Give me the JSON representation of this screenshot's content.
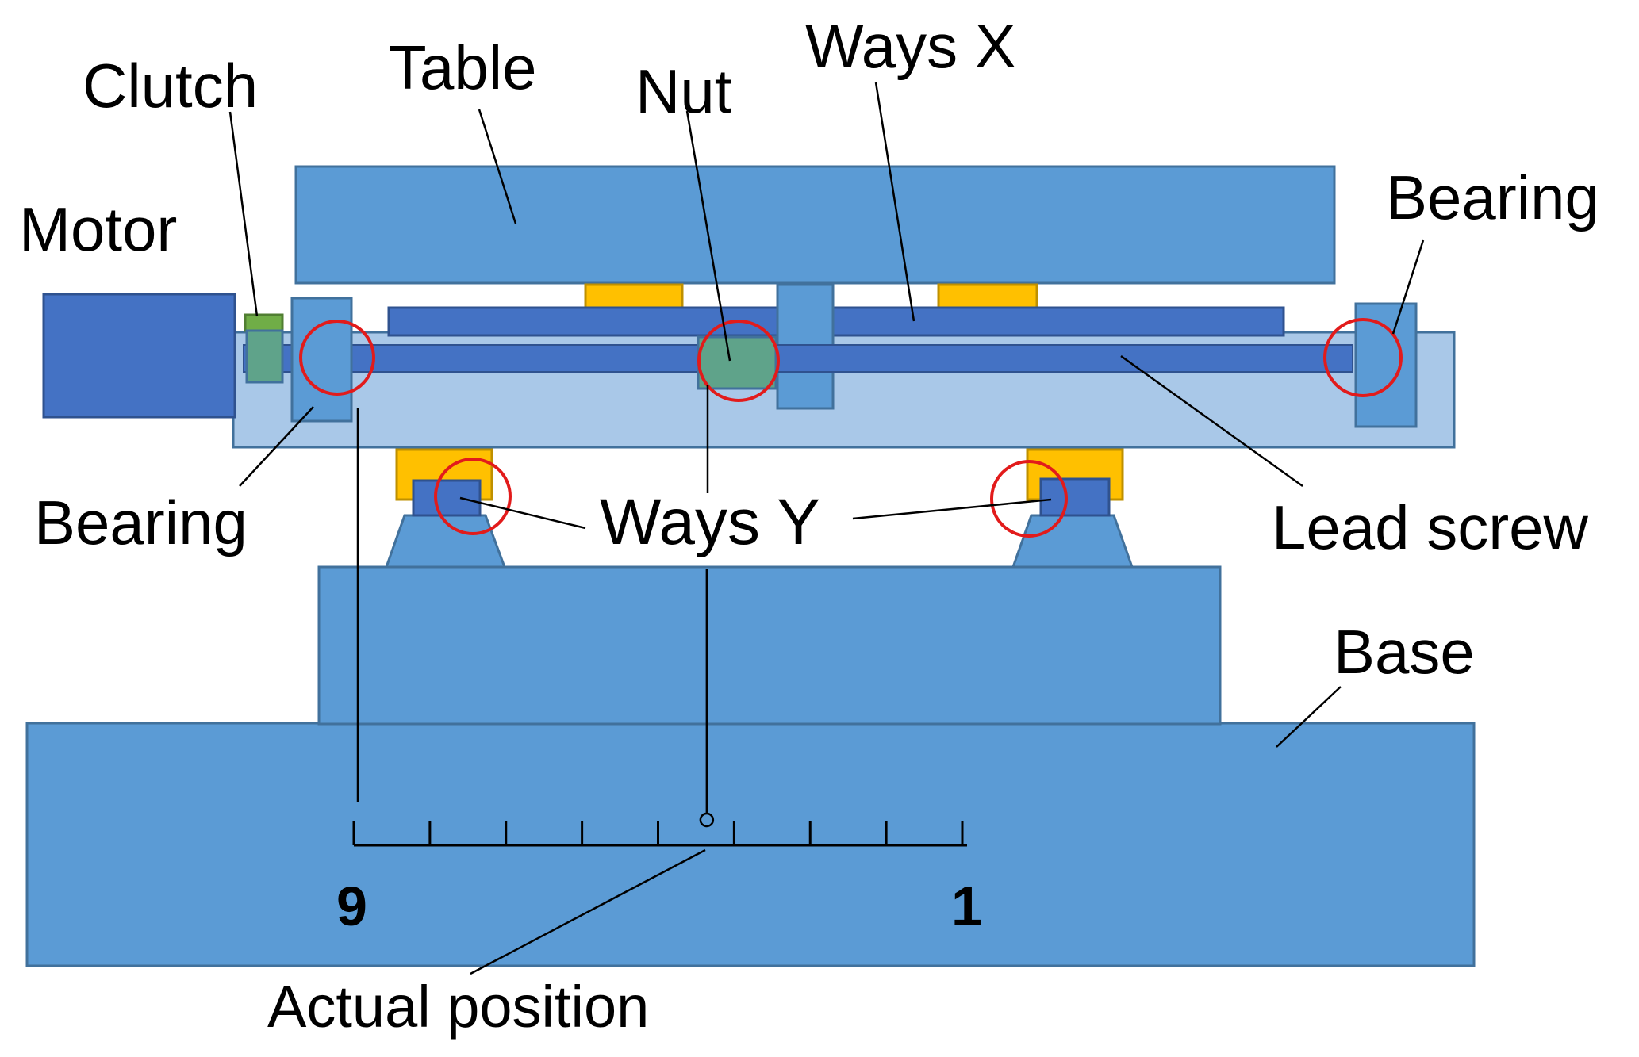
{
  "labels": {
    "clutch": "Clutch",
    "table": "Table",
    "nut": "Nut",
    "ways_x": "Ways X",
    "motor": "Motor",
    "bearing_right": "Bearing",
    "bearing_left": "Bearing",
    "ways_y": "Ways Y",
    "lead_screw": "Lead screw",
    "base": "Base",
    "actual_position": "Actual position"
  },
  "scale": {
    "left_label": "9",
    "right_label": "1",
    "tick_count": 9,
    "indicator_fraction": 0.58
  },
  "colors": {
    "body_blue": "#5b9bd5",
    "dark_blue": "#4472c4",
    "light_blue": "#a9c8e8",
    "gold": "#ffc000",
    "nut_green": "#5fa38a",
    "clutch_green": "#70ad47",
    "highlight_red": "#e21b1b"
  }
}
